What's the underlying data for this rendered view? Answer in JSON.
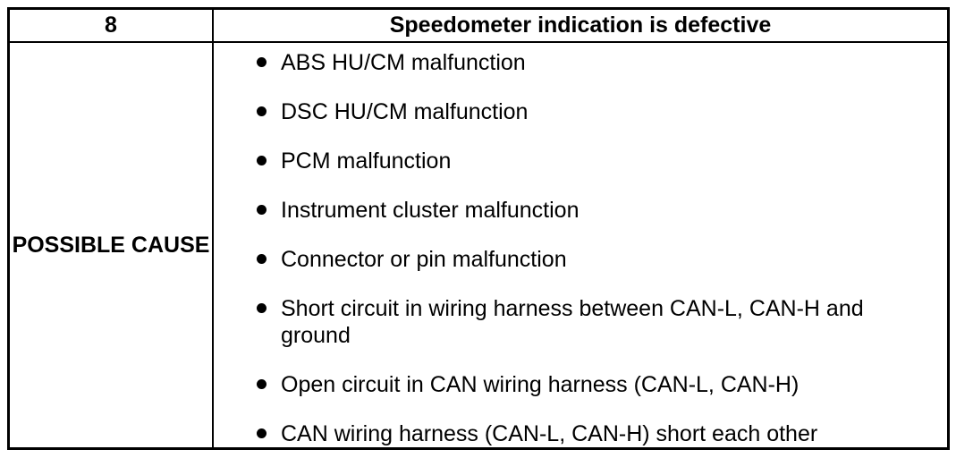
{
  "page": {
    "background_color": "#ffffff",
    "border_color": "#000000",
    "text_color": "#000000"
  },
  "table": {
    "header": {
      "item_number": "8",
      "symptom": "Speedometer indication is defective"
    },
    "body": {
      "row_label": "POSSIBLE CAUSE",
      "causes": [
        "ABS HU/CM malfunction",
        "DSC HU/CM malfunction",
        "PCM malfunction",
        "Instrument cluster malfunction",
        "Connector or pin malfunction",
        "Short circuit in wiring harness between CAN-L, CAN-H and ground",
        "Open circuit in CAN wiring harness (CAN-L, CAN-H)",
        "CAN wiring harness (CAN-L, CAN-H) short each other"
      ]
    }
  }
}
